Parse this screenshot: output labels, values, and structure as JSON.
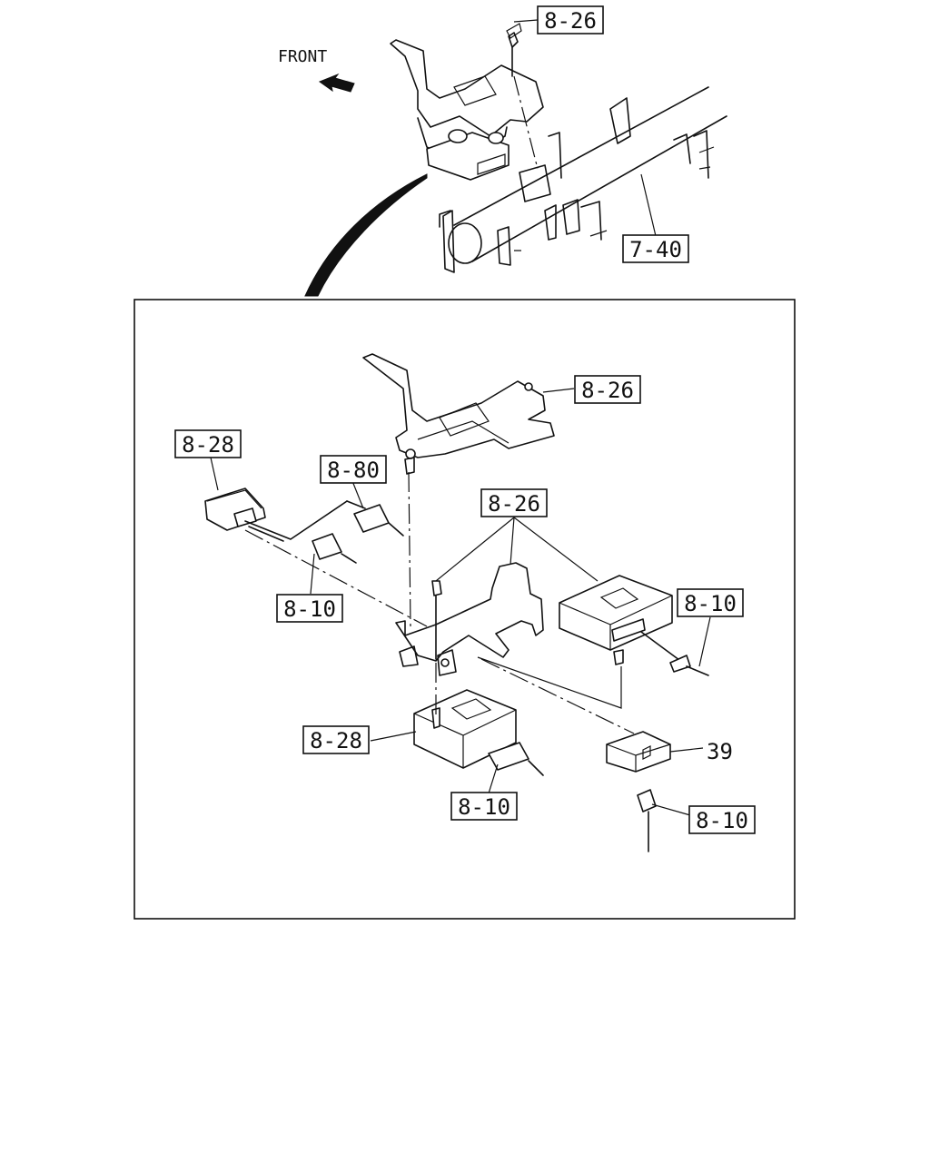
{
  "front_label": "FRONT",
  "callouts": {
    "top_826": "8-26",
    "top_740": "7-40",
    "detail_826_top": "8-26",
    "detail_828_left": "8-28",
    "detail_880": "8-80",
    "detail_826_mid": "8-26",
    "detail_810_left": "8-10",
    "detail_810_right": "8-10",
    "detail_828_bottom": "8-28",
    "detail_39": "39",
    "detail_810_bottom": "8-10",
    "detail_810_bottomright": "8-10"
  }
}
